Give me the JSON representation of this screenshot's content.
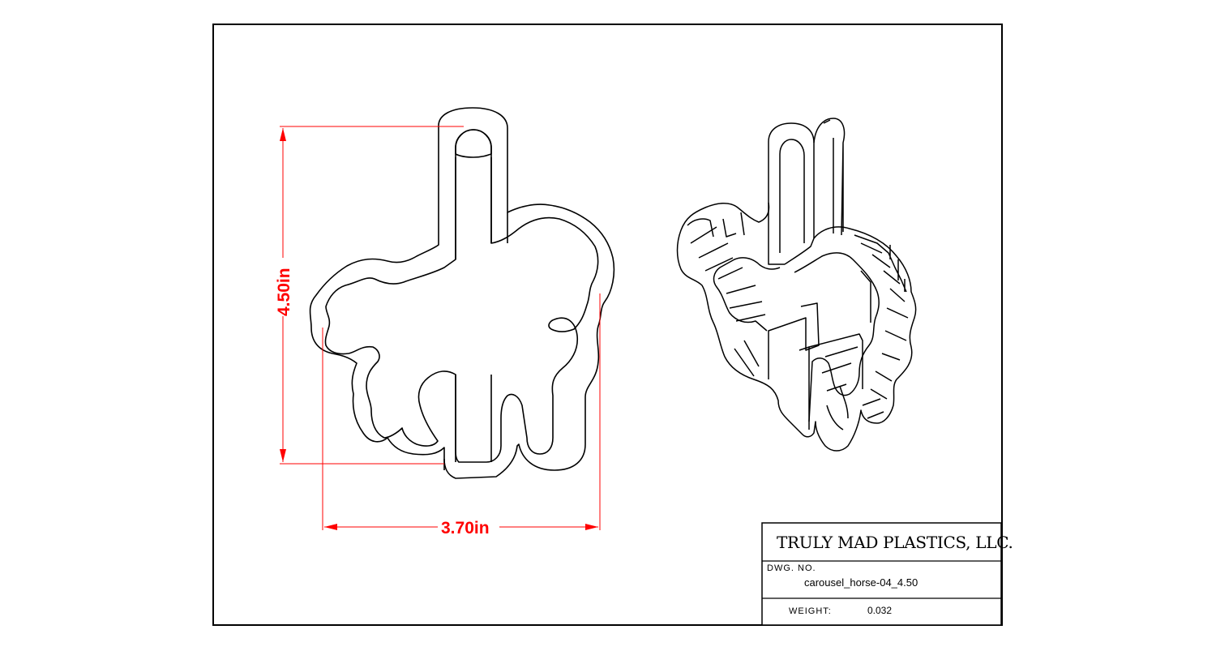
{
  "drawing": {
    "dimensions": {
      "height_label": "4.50in",
      "width_label": "3.70in"
    },
    "title_block": {
      "company": "TRULY MAD PLASTICS, LLC.",
      "dwg_no_label": "DWG. NO.",
      "dwg_no_value": "carousel_horse-04_4.50",
      "weight_label": "WEIGHT:",
      "weight_value": "0.032"
    },
    "colors": {
      "dimension": "#ff0000",
      "outline": "#000000",
      "background": "#ffffff"
    }
  }
}
